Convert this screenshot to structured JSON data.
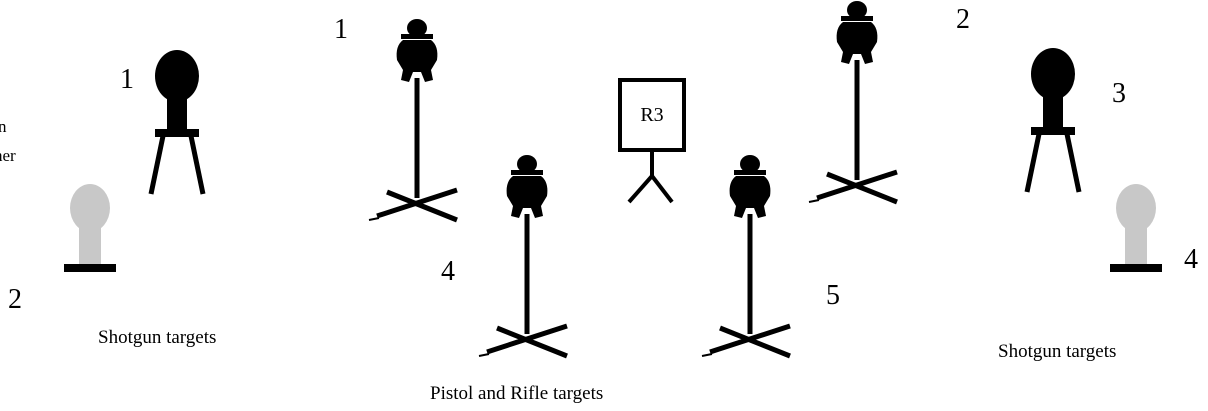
{
  "left_clipped_text": [
    "n",
    "her"
  ],
  "left_shotgun": {
    "black_target_number": "1",
    "gray_target_number": "2",
    "caption": "Shotgun targets"
  },
  "center": {
    "top_left_number": "1",
    "top_right_number": "2",
    "lower_left_number": "4",
    "lower_right_number": "5",
    "sign_label": "R3",
    "caption": "Pistol and Rifle targets"
  },
  "right_shotgun": {
    "black_target_number": "3",
    "gray_target_number": "4",
    "caption": "Shotgun targets"
  },
  "colors": {
    "black_target": "#000000",
    "gray_target": "#c8c8c8"
  }
}
